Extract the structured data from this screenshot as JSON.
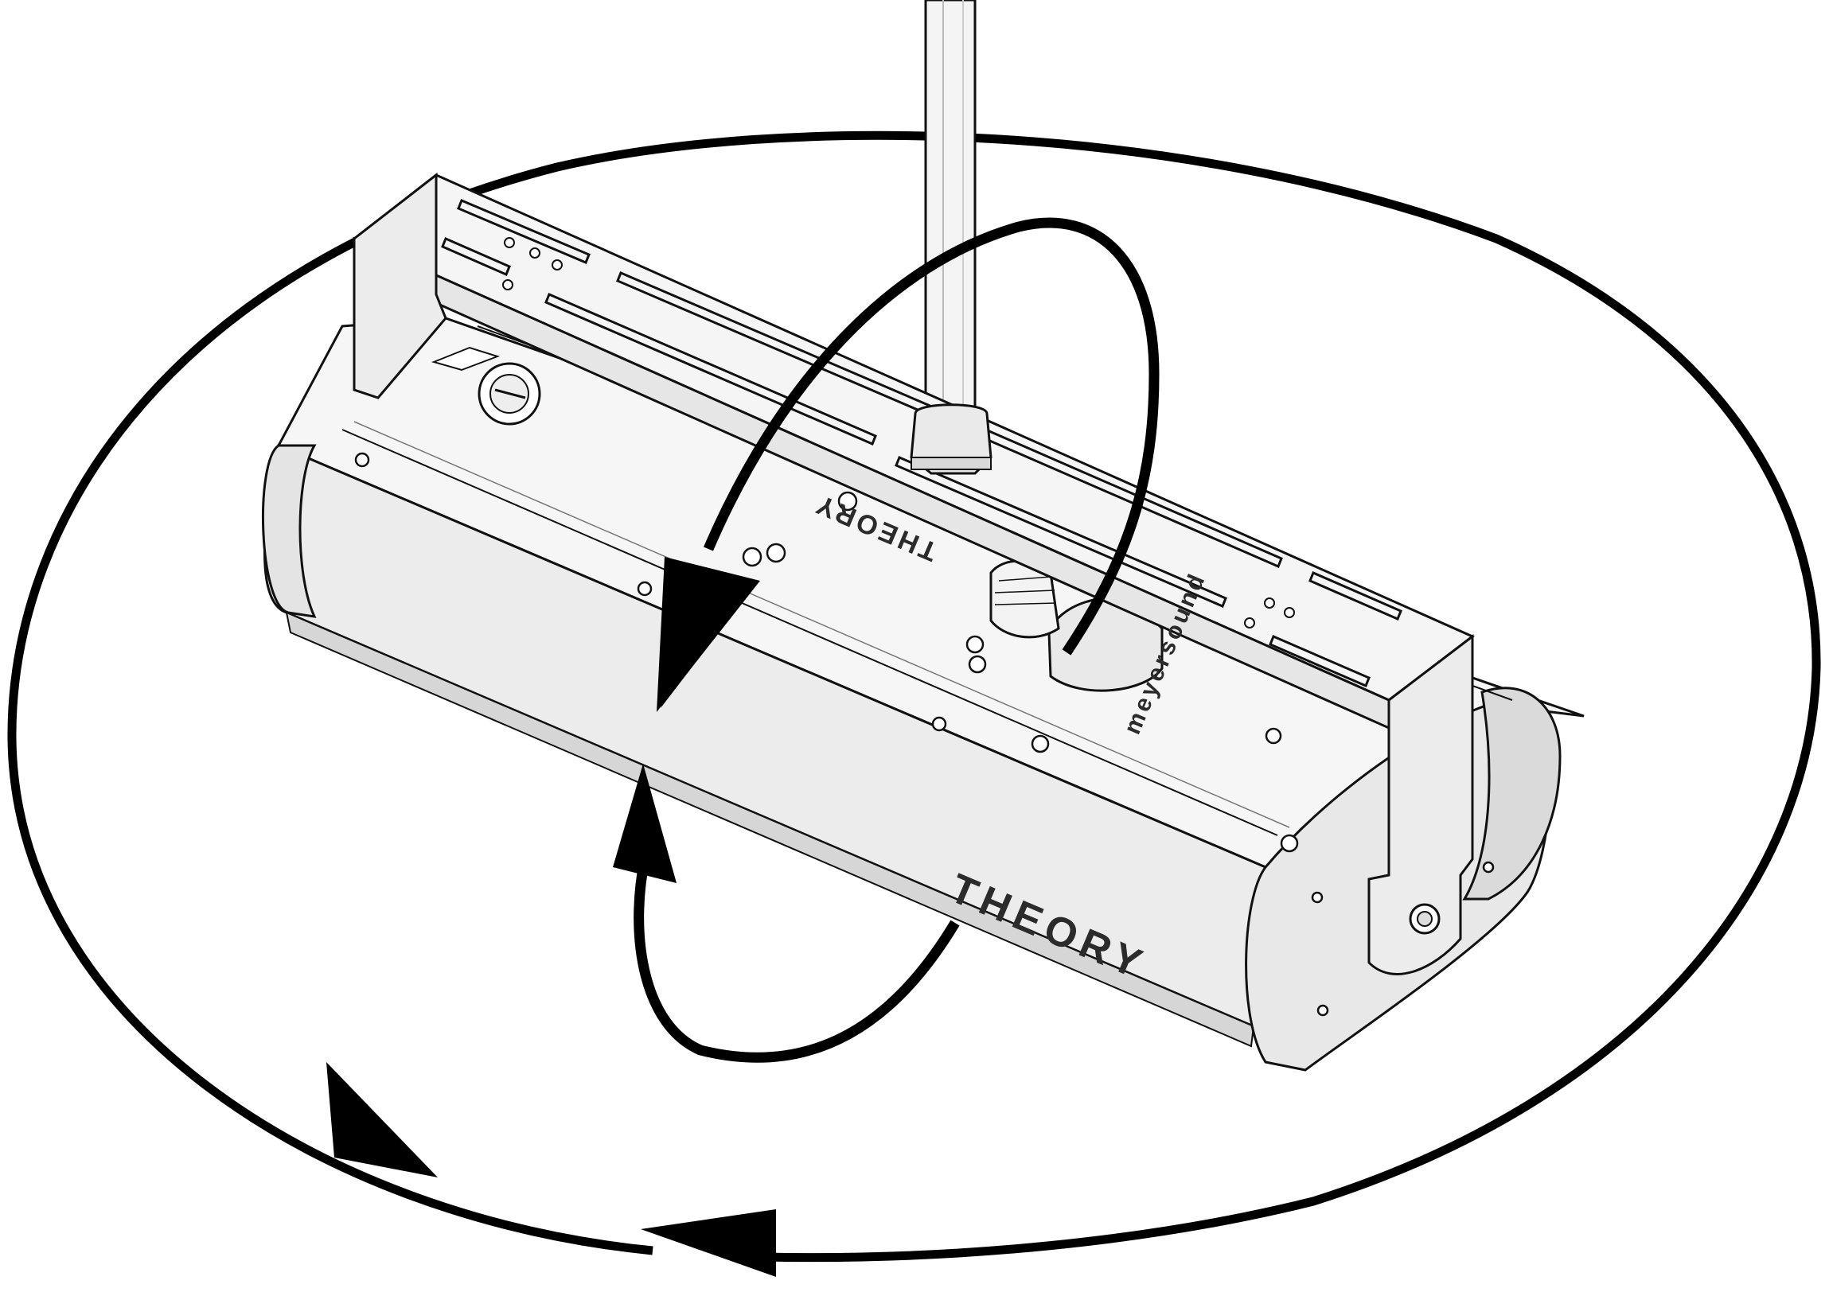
{
  "figure": {
    "brand_label": "THEORY",
    "top_brand_label": "THEORY",
    "maker_label": "meyersound",
    "stroke_color": "#111111",
    "fill_light": "#f2f2f2",
    "fill_mid": "#e2e2e2",
    "fill_dark": "#cfcfcf",
    "arrow_color": "#000000"
  }
}
